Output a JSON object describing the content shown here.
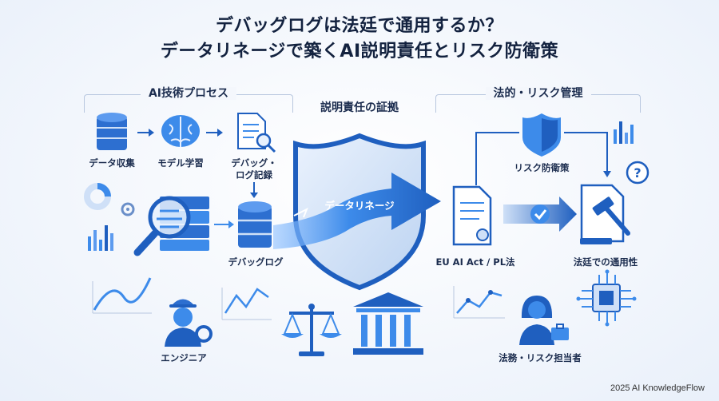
{
  "title": {
    "line1": "デバッグログは法廷で通用するか？",
    "line2": "データリネージで築くAI説明責任とリスク防衛策"
  },
  "sections": {
    "left": "AI技術プロセス",
    "center": "説明責任の証拠",
    "right": "法的・リスク管理"
  },
  "left_nodes": {
    "data_collection": "データ収集",
    "model_training": "モデル学習",
    "debug_log_record_1": "デバッグ・",
    "debug_log_record_2": "ログ記録",
    "debug_log": "デバッグログ",
    "engineer": "エンジニア"
  },
  "center_nodes": {
    "data_lineage": "データリネージ"
  },
  "right_nodes": {
    "risk_defense": "リスク防衛策",
    "regulation": "EU AI Act / PL法",
    "court_usability": "法廷での通用性",
    "legal_risk_officer": "法務・リスク担当者"
  },
  "footer": "2025 AI KnowledgeFlow",
  "colors": {
    "primary": "#1f5fbf",
    "accent": "#3d8bea",
    "light": "#cfe0f7",
    "dark": "#13223f"
  }
}
